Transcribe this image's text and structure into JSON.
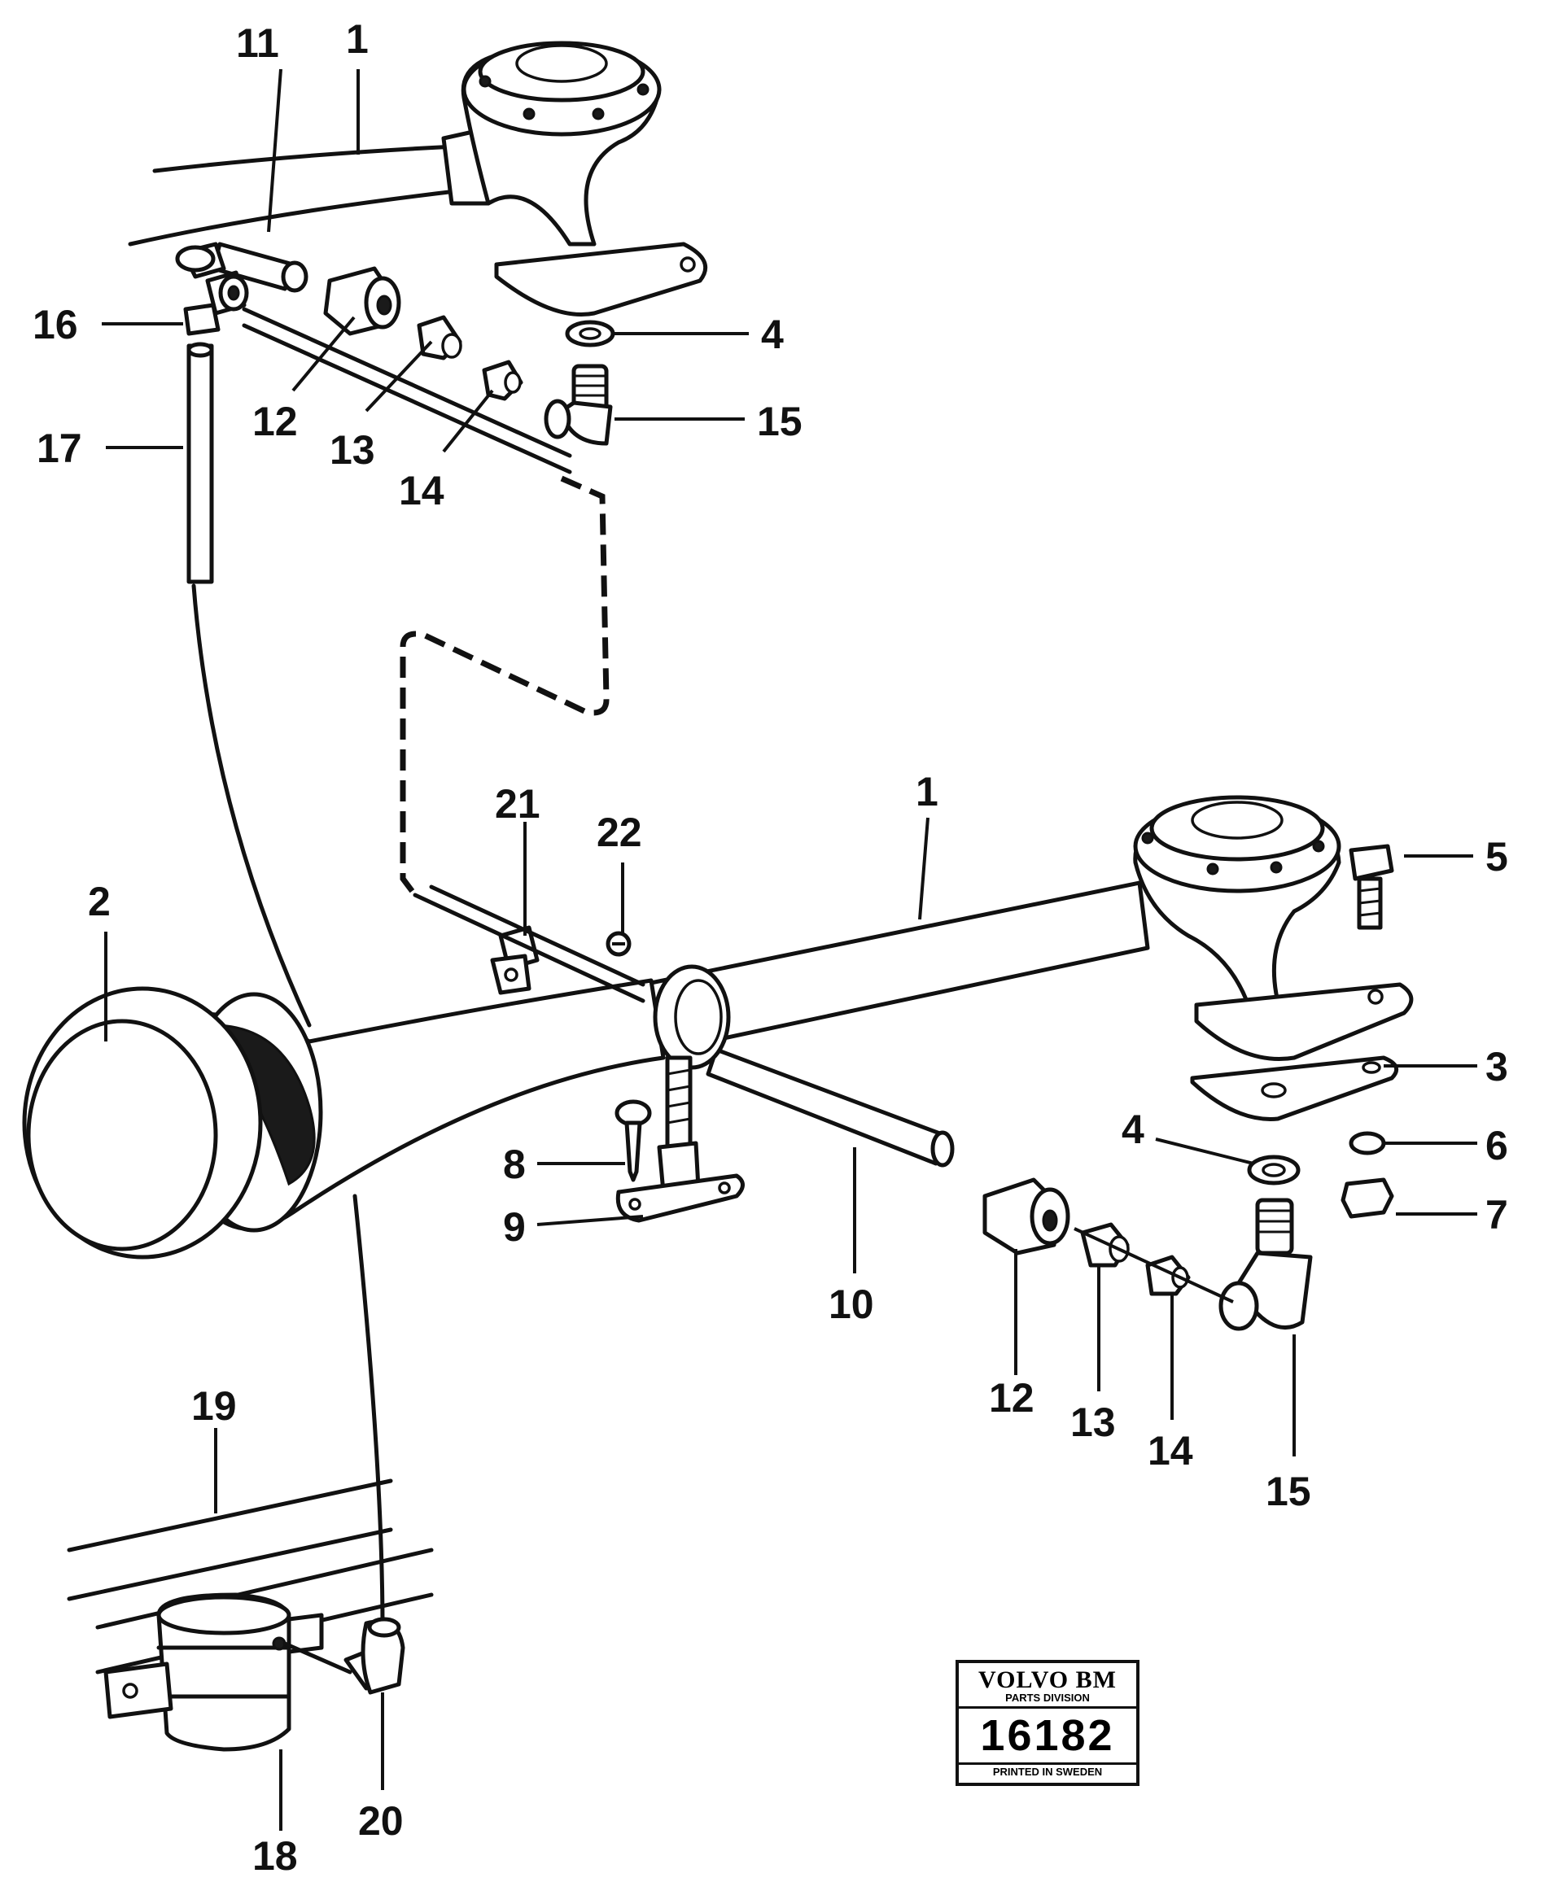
{
  "callouts": [
    {
      "label": "11"
    },
    {
      "label": "1"
    },
    {
      "label": "16"
    },
    {
      "label": "4"
    },
    {
      "label": "12"
    },
    {
      "label": "15"
    },
    {
      "label": "17"
    },
    {
      "label": "13"
    },
    {
      "label": "14"
    },
    {
      "label": "21"
    },
    {
      "label": "22"
    },
    {
      "label": "1"
    },
    {
      "label": "5"
    },
    {
      "label": "2"
    },
    {
      "label": "3"
    },
    {
      "label": "4"
    },
    {
      "label": "6"
    },
    {
      "label": "8"
    },
    {
      "label": "9"
    },
    {
      "label": "7"
    },
    {
      "label": "10"
    },
    {
      "label": "12"
    },
    {
      "label": "13"
    },
    {
      "label": "14"
    },
    {
      "label": "15"
    },
    {
      "label": "19"
    },
    {
      "label": "18"
    },
    {
      "label": "20"
    }
  ],
  "stamp": {
    "brand": "VOLVO BM",
    "division": "PARTS DIVISION",
    "number": "16182",
    "printed": "PRINTED IN SWEDEN"
  }
}
